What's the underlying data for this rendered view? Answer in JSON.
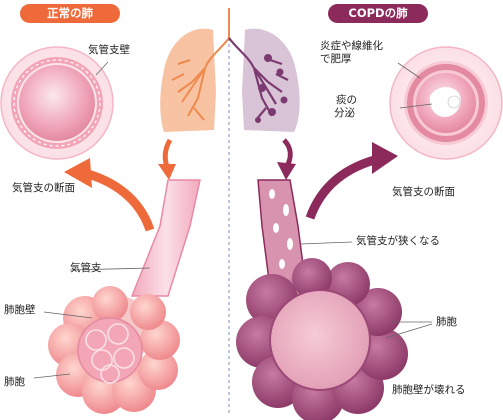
{
  "headers": {
    "normal": "正常の肺",
    "copd": "COPDの肺"
  },
  "normal_labels": {
    "bronchial_wall": "気管支壁",
    "cross_section": "気管支の断面",
    "bronchus": "気管支",
    "alveolar_wall": "肺胞壁",
    "alveoli": "肺胞"
  },
  "copd_labels": {
    "inflammation_line1": "炎症や線維化",
    "inflammation_line2": "で肥厚",
    "sputum_line1": "痰の",
    "sputum_line2": "分泌",
    "cross_section": "気管支の断面",
    "narrowing": "気管支が狭くなる",
    "alveoli": "肺胞",
    "alveolar_wall_broken": "肺胞壁が壊れる"
  },
  "colors": {
    "normal_accent": "#ef6a3a",
    "copd_accent": "#8c2a5c",
    "normal_lung": "#f7c3a2",
    "normal_vessel": "#ee8a4e",
    "copd_lung": "#d9c3d6",
    "copd_vessel": "#7b3a70",
    "bronchus_fill": "#f5c4d0",
    "alveoli_normal": "#f39aa6",
    "alveoli_copd": "#a6507c",
    "divider": "#7f8fc0"
  }
}
